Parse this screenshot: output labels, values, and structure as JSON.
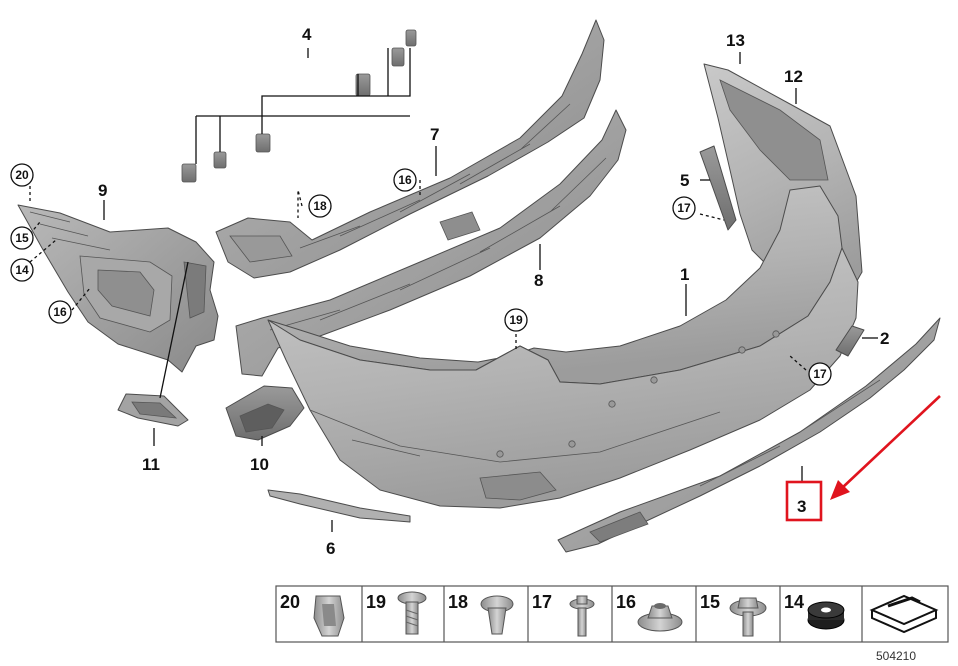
{
  "diagram": {
    "callouts": {
      "p1": "1",
      "p2": "2",
      "p3": "3",
      "p4": "4",
      "p5": "5",
      "p6": "6",
      "p7": "7",
      "p8": "8",
      "p9": "9",
      "p10": "10",
      "p11": "11",
      "p12": "12",
      "p13": "13"
    },
    "circled": {
      "c14": "14",
      "c15": "15",
      "c16a": "16",
      "c16b": "16",
      "c17a": "17",
      "c17b": "17",
      "c18": "18",
      "c19": "19",
      "c20": "20"
    },
    "highlight": {
      "label": "3",
      "color": "#e0141e"
    },
    "legend": {
      "items": [
        {
          "num": "20",
          "icon": "clip-nut-icon"
        },
        {
          "num": "19",
          "icon": "screw-icon"
        },
        {
          "num": "18",
          "icon": "expanding-rivet-icon"
        },
        {
          "num": "17",
          "icon": "flange-bolt-icon"
        },
        {
          "num": "16",
          "icon": "hex-nut-icon"
        },
        {
          "num": "15",
          "icon": "collar-screw-icon"
        },
        {
          "num": "14",
          "icon": "rubber-washer-icon"
        }
      ],
      "code": "504210"
    }
  }
}
